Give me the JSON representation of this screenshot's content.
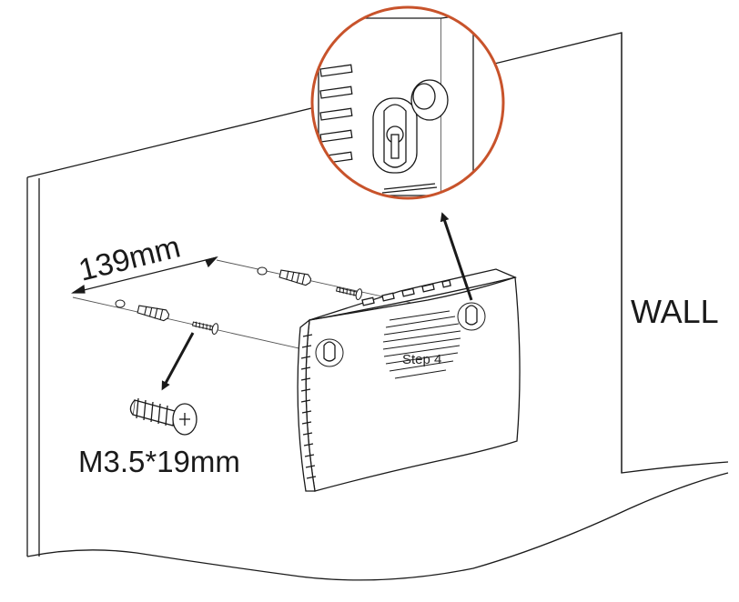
{
  "labels": {
    "dimension": "139mm",
    "surface": "WALL",
    "screw_spec": "M3.5*19mm",
    "step": "Step 4"
  },
  "colors": {
    "line": "#1a1a1a",
    "magnifier_ring": "#c8532b",
    "background": "#ffffff"
  }
}
